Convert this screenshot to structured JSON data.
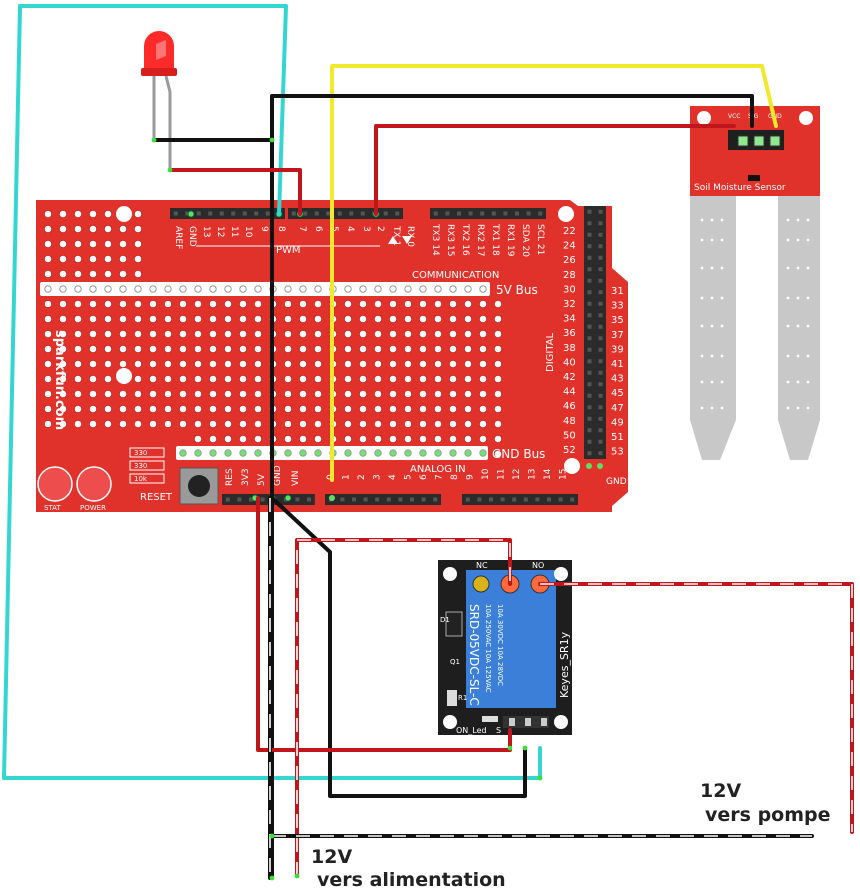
{
  "colors": {
    "board": "#e0312b",
    "board_dark": "#b8211c",
    "header": "#2b2b2b",
    "relay_blue": "#3c7fd9",
    "relay_pcb": "#1e1e1e",
    "wire_red": "#c0151a",
    "wire_black": "#111111",
    "wire_cyan": "#33d6d0",
    "wire_yellow": "#f2e92c",
    "led_red": "#ff2b2b",
    "prong_gray": "#c8c8c8"
  },
  "shield": {
    "brand": "sparkfun.com",
    "bus_5v": "5V Bus",
    "bus_gnd": "GND Bus",
    "pwm": "PWM",
    "communication": "COMMUNICATION",
    "analog_in": "ANALOG IN",
    "digital": "DIGITAL",
    "gnd_right": "GND",
    "reset": "RESET",
    "stat": "STAT",
    "power": "POWER",
    "res_330a": "330",
    "res_330b": "330",
    "res_10k": "10k",
    "top_pins": [
      "AREF",
      "GND",
      "13",
      "12",
      "11",
      "10",
      "9",
      "8",
      "7",
      "6",
      "5",
      "4",
      "3",
      "2",
      "TX 1",
      "RX 0"
    ],
    "comm_pins": [
      "TX3 14",
      "RX3 15",
      "TX2 16",
      "RX2 17",
      "TX1 18",
      "RX1 19",
      "SDA 20",
      "SCL 21"
    ],
    "digital_left": [
      "22",
      "24",
      "26",
      "28",
      "30",
      "32",
      "34",
      "36",
      "38",
      "40",
      "42",
      "44",
      "46",
      "48",
      "50",
      "52"
    ],
    "digital_right": [
      "31",
      "33",
      "35",
      "37",
      "39",
      "41",
      "43",
      "45",
      "47",
      "49",
      "51",
      "53"
    ],
    "power_pins": [
      "RES",
      "3V3",
      "5V",
      "GND",
      "VIN"
    ],
    "analog_pins": [
      "0",
      "1",
      "2",
      "3",
      "4",
      "5",
      "6",
      "7",
      "8",
      "9",
      "10",
      "11",
      "12",
      "13",
      "14",
      "15"
    ]
  },
  "sensor": {
    "title": "Soil Moisture Sensor",
    "pins": [
      "VCC",
      "SIG",
      "GND"
    ]
  },
  "relay": {
    "nc": "NC",
    "no": "NO",
    "model": "SRD-05VDC-SL-C",
    "rating1": "10A 250VAC 10A 125VAC",
    "rating2": "10A 30VDC 10A 28VDC",
    "brand": "Keyes_SR1y",
    "on_led": "ON_Led",
    "s": "S",
    "d1": "D1",
    "q1": "Q1",
    "r1": "R1"
  },
  "labels": {
    "pump_v": "12V",
    "pump_text": "vers pompe",
    "supply_v": "12V",
    "supply_text": "vers alimentation"
  }
}
